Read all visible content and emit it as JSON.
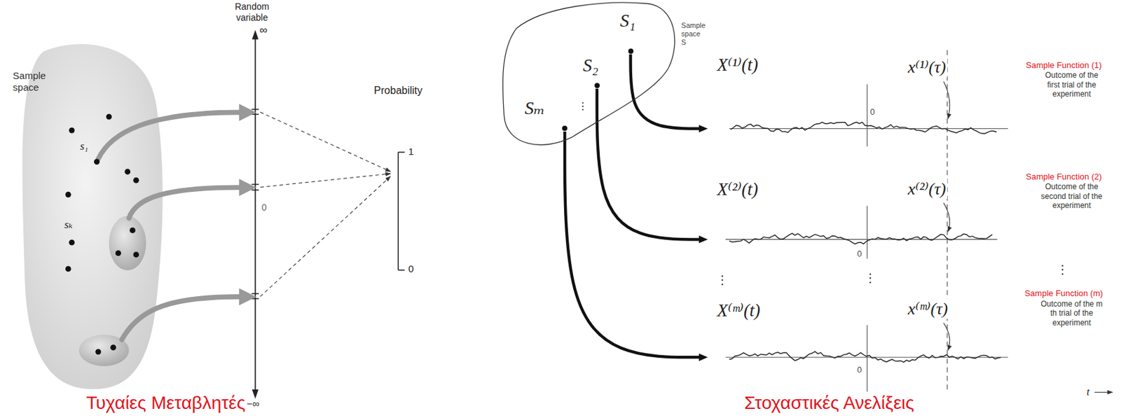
{
  "diagram": {
    "nodes": [
      {
        "text": [
          "Sample space",
          "s₁",
          "sₖ"
        ]
      },
      {
        "text": [
          "Sample space S"
        ]
      },
      {
        "text": [
          "S₁"
        ],
        "in": 1
      },
      {
        "text": [
          "S₂"
        ],
        "in": 1
      },
      {
        "text": [
          "Sₘ"
        ],
        "in": 1
      },
      {
        "text": [
          "X⁽¹⁾(t)",
          "x⁽¹⁾(τ)",
          "Sample Function (1)",
          "Outcome of the first trial of the experiment"
        ]
      },
      {
        "text": [
          "X⁽²⁾(t)",
          "x⁽²⁾(τ)",
          "Sample Function (2)",
          "Outcome of the second trial of the experiment"
        ]
      },
      {
        "text": [
          "X⁽ᵐ⁾(t)",
          "x⁽ᵐ⁾(τ)",
          "Sample Function (m)",
          "Outcome of the m th trial of the experiment"
        ]
      }
    ],
    "edges": [
      {
        "from": 2,
        "to": 5,
        "arrow": "to"
      },
      {
        "from": 3,
        "to": 6,
        "arrow": "to"
      },
      {
        "from": 4,
        "to": 7,
        "arrow": "to"
      }
    ],
    "labels": [
      "Random variable",
      "∞",
      "−∞",
      "0",
      "Probability",
      "1",
      "0",
      "Τυχαίες Μεταβλητές",
      "⋮",
      "0",
      "0",
      "0",
      "⋮",
      "⋮",
      "⋮",
      "t",
      "Στοχαστικές Ανελίξεις"
    ]
  }
}
